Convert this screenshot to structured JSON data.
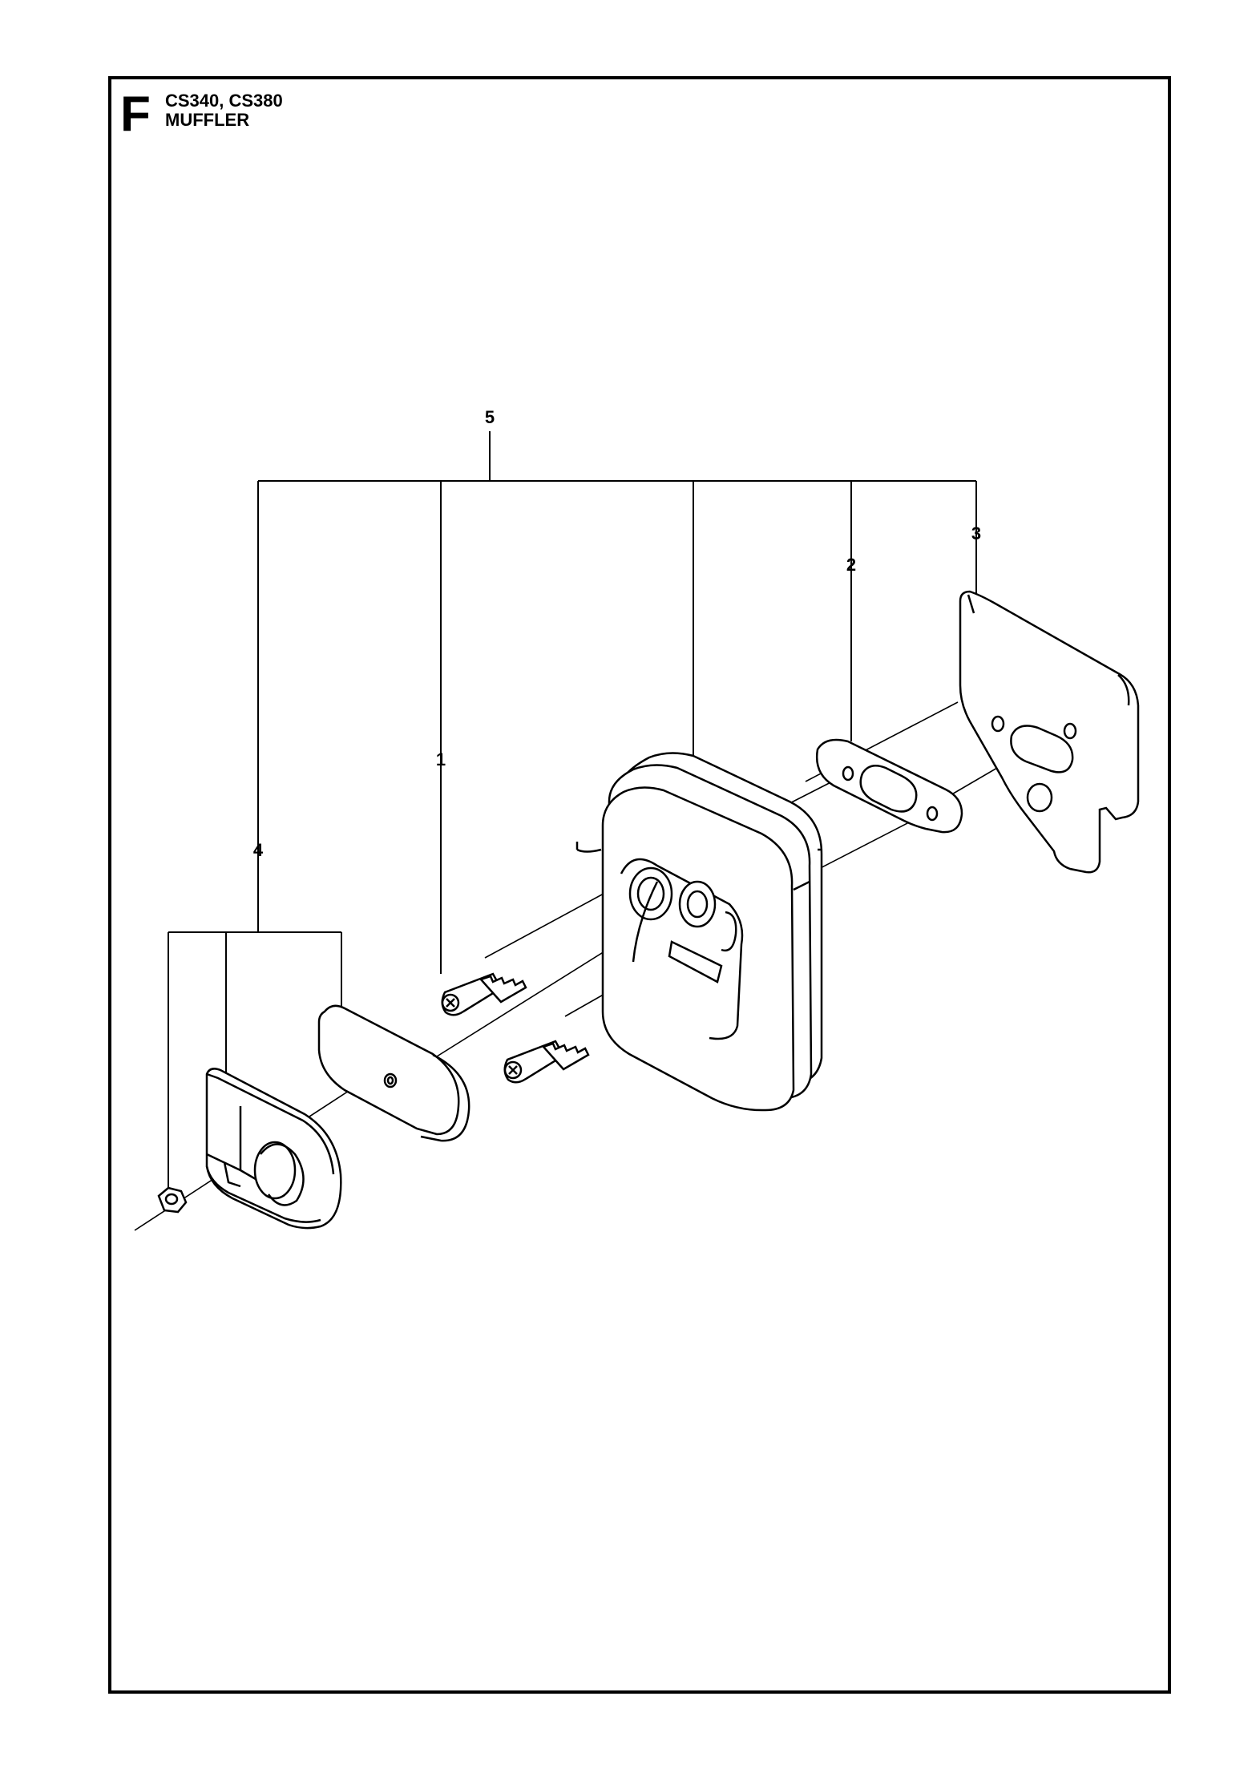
{
  "header": {
    "section_letter": "F",
    "models": "CS340, CS380",
    "title": "MUFFLER"
  },
  "callouts": [
    {
      "id": "callout-1",
      "label": "1"
    },
    {
      "id": "callout-2",
      "label": "2"
    },
    {
      "id": "callout-3",
      "label": "3"
    },
    {
      "id": "callout-4",
      "label": "4"
    },
    {
      "id": "callout-5",
      "label": "5"
    }
  ],
  "colors": {
    "line": "#000000",
    "fill": "#ffffff"
  }
}
